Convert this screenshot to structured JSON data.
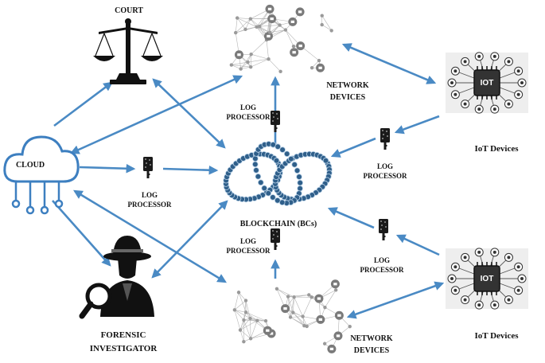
{
  "labels": {
    "court": "COURT",
    "cloud": "CLOUD",
    "forensic_1": "FORENSIC",
    "forensic_2": "INVESTIGATOR",
    "network_top_1": "NETWORK",
    "network_top_2": "DEVICES",
    "network_bottom_1": "NETWORK",
    "network_bottom_2": "DEVICES",
    "blockchain": "BLOCKCHAIN (BCs)",
    "iot_top": "IoT Devices",
    "iot_bottom": "IoT Devices",
    "iot_chip_top": "IOT",
    "iot_chip_bottom": "IOT",
    "log_processor_line1": "LOG",
    "log_processor_line2": "PROCESSOR"
  },
  "colors": {
    "arrow": "#4a8ac4",
    "cloud": "#3d7fc0",
    "icon_dark": "#111111",
    "chain": "#2f5f8a",
    "network_node": "#8a8a8a"
  },
  "icons": [
    "scales-of-justice-icon",
    "cloud-network-icon",
    "detective-icon",
    "usb-key-icon",
    "blockchain-chain-icon",
    "network-graph-icon",
    "iot-chip-icon"
  ]
}
